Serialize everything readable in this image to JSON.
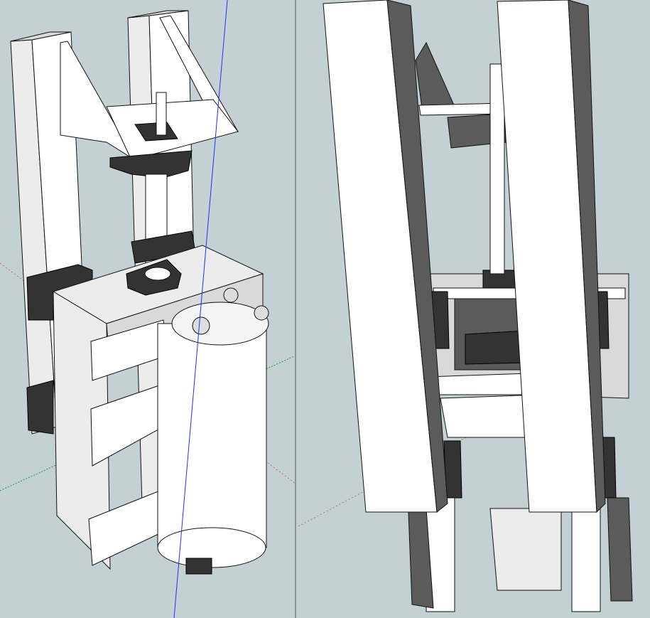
{
  "viewports": [
    {
      "id": "left",
      "view": "perspective-front"
    },
    {
      "id": "right",
      "view": "perspective-back"
    }
  ],
  "colors": {
    "background": "#c3d1d4",
    "axis_blue": "#2a2aff",
    "axis_red": "#d02020",
    "axis_green": "#20a020",
    "divider": "#8a9699"
  }
}
